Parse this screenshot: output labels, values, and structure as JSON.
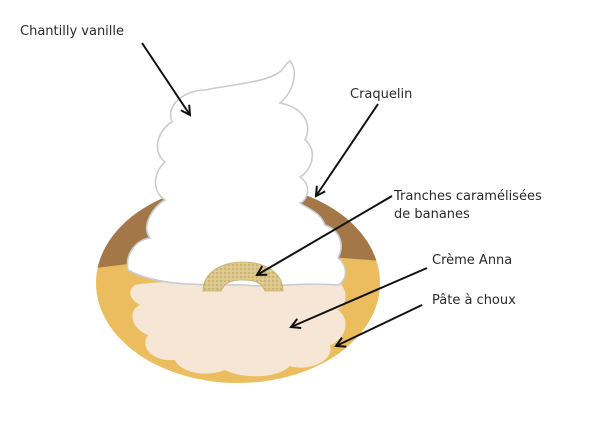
{
  "labels": {
    "chantilly": "Chantilly vanille",
    "craquelin": "Craquelin",
    "tranches_line1": "Tranches caramélisées",
    "tranches_line2": "de bananes",
    "creme": "Crème Anna",
    "pate": "Pâte à choux"
  },
  "colors": {
    "pate": "#ebbd5e",
    "craquelin": "#a47749",
    "creme": "#f6e6d6",
    "chantilly": "#ffffff",
    "chantilly_outline": "#c8ccd2",
    "banane": "#dcc78a",
    "arrow": "#111111"
  }
}
